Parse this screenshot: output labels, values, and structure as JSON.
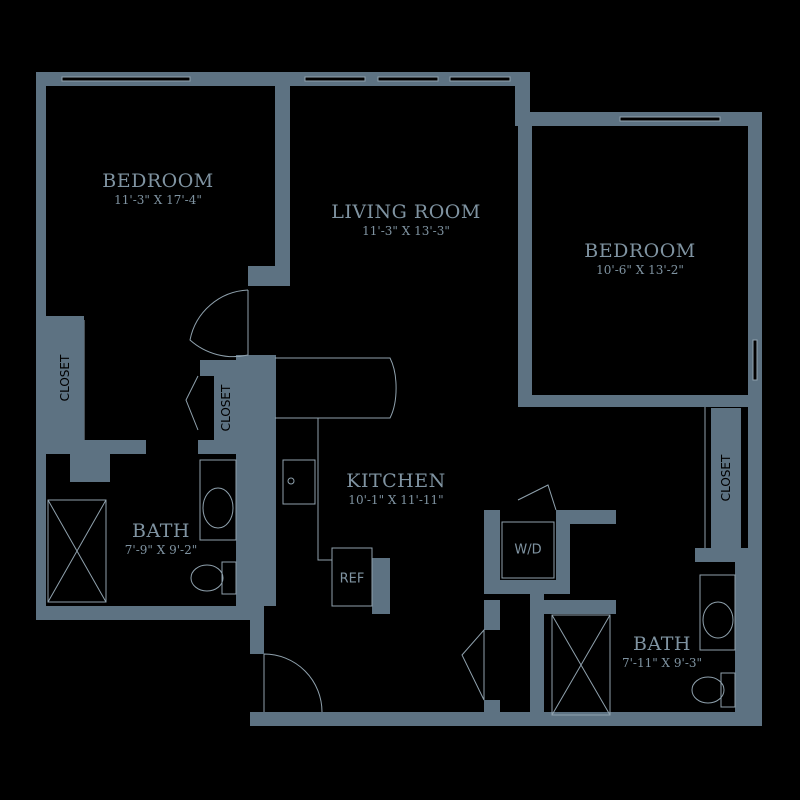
{
  "rooms": {
    "bedroom1": {
      "name": "BEDROOM",
      "dims": "11'-3\" X 17'-4\""
    },
    "living": {
      "name": "LIVING ROOM",
      "dims": "11'-3\" X 13'-3\""
    },
    "bedroom2": {
      "name": "BEDROOM",
      "dims": "10'-6\" X 13'-2\""
    },
    "kitchen": {
      "name": "KITCHEN",
      "dims": "10'-1\" X 11'-11\""
    },
    "bath1": {
      "name": "BATH",
      "dims": "7'-9\" X 9'-2\""
    },
    "bath2": {
      "name": "BATH",
      "dims": "7'-11\" X 9'-3\""
    }
  },
  "fixtures": {
    "closet1": "CLOSET",
    "closet2": "CLOSET",
    "closet3": "CLOSET",
    "ref": "REF",
    "wd": "W/D"
  },
  "colors": {
    "wall": "#5d7282",
    "background": "#000000",
    "text": "#7f93a1"
  }
}
